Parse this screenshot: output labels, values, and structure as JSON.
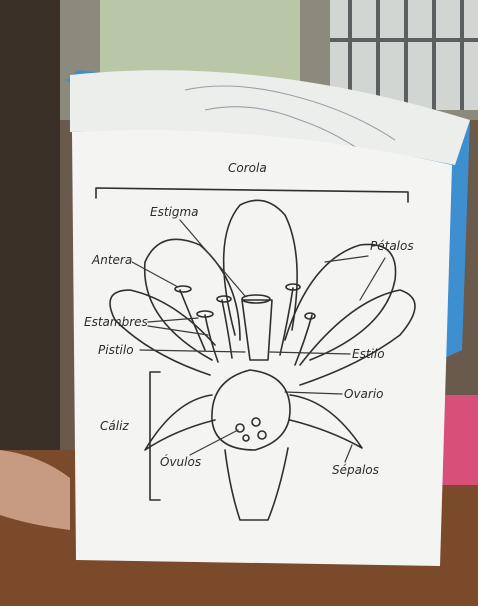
{
  "labels": {
    "corola": "Corola",
    "estigma": "Estigma",
    "petalos": "Pétalos",
    "antera": "Antera",
    "estambres": "Estambres",
    "pistilo": "Pistilo",
    "estilo": "Estilo",
    "ovario": "Ovario",
    "caliz": "Cáliz",
    "ovulos": "Óvulos",
    "sepalos": "Sépalos"
  },
  "colors": {
    "paper": "#f4f5f3",
    "ink": "#2f2f2f",
    "blue_tape": "#3e8fd0",
    "wood": "#7a4a2a",
    "pink_note": "#d8507a"
  }
}
